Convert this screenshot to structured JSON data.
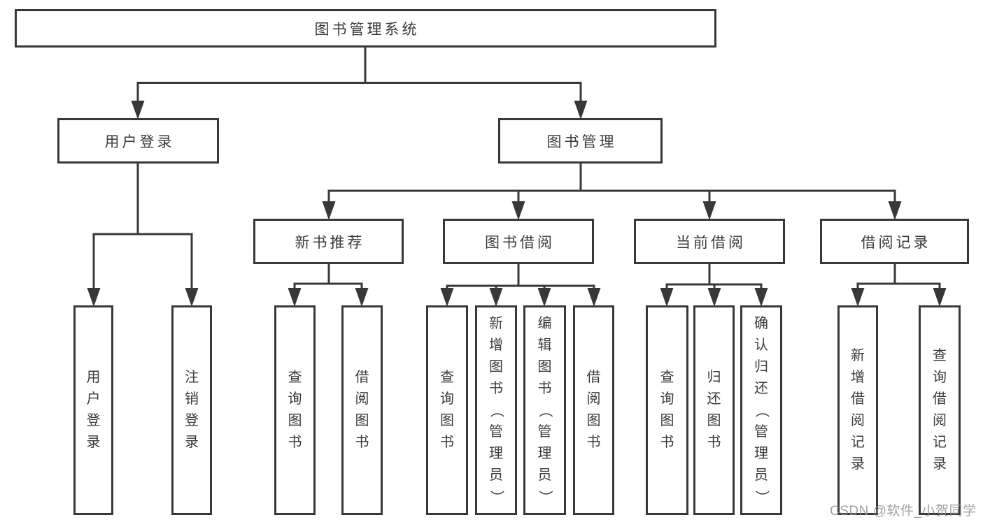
{
  "diagram_title": "图书管理系统",
  "hierarchy": {
    "label": "图书管理系统",
    "children": [
      {
        "label": "用户登录",
        "children": [
          {
            "label": "用户登录"
          },
          {
            "label": "注销登录"
          }
        ]
      },
      {
        "label": "图书管理",
        "children": [
          {
            "label": "新书推荐",
            "children": [
              {
                "label": "查询图书"
              },
              {
                "label": "借阅图书"
              }
            ]
          },
          {
            "label": "图书借阅",
            "children": [
              {
                "label": "查询图书"
              },
              {
                "label": "新增图书（管理员）"
              },
              {
                "label": "编辑图书（管理员）"
              },
              {
                "label": "借阅图书"
              }
            ]
          },
          {
            "label": "当前借阅",
            "children": [
              {
                "label": "查询图书"
              },
              {
                "label": "归还图书"
              },
              {
                "label": "确认归还（管理员）"
              }
            ]
          },
          {
            "label": "借阅记录",
            "children": [
              {
                "label": "新增借阅记录"
              },
              {
                "label": "查询借阅记录"
              }
            ]
          }
        ]
      }
    ]
  },
  "watermark": "CSDN @软件_小贺同学",
  "colors": {
    "line": "#383838",
    "text": "#3b3b3b",
    "background": "#ffffff",
    "watermark": "#949494"
  }
}
